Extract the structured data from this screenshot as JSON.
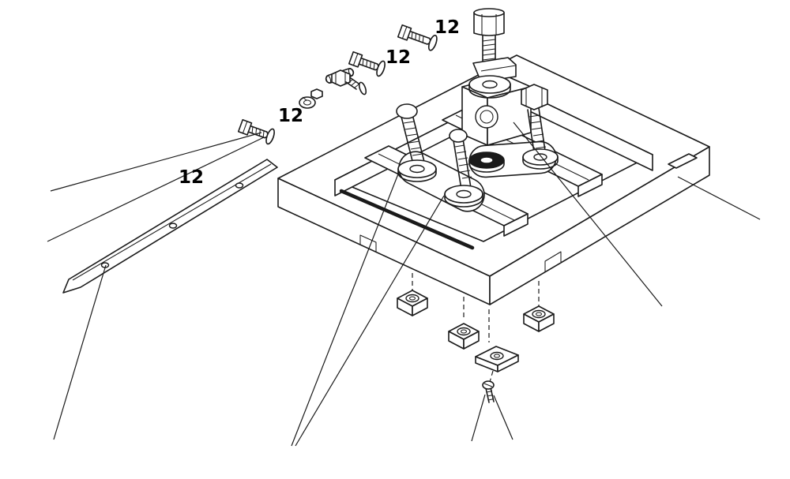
{
  "diagram": {
    "type": "exploded-parts-diagram",
    "background_color": "#ffffff",
    "line_color": "#1a1a1a",
    "callouts": [
      {
        "id": "callout-1",
        "text": "12"
      },
      {
        "id": "callout-2",
        "text": "12"
      },
      {
        "id": "callout-3",
        "text": "12"
      },
      {
        "id": "callout-4",
        "text": "12"
      }
    ],
    "parts": [
      "mounting-frame",
      "backing-bar",
      "top-hex-bolt",
      "corner-bracket",
      "flat-washer",
      "threaded-block",
      "hex-bolt",
      "carriage-bolt",
      "slotted-link",
      "square-nut",
      "clamp-plate",
      "set-screw",
      "t-bolt",
      "lock-washer",
      "machine-screw"
    ]
  }
}
